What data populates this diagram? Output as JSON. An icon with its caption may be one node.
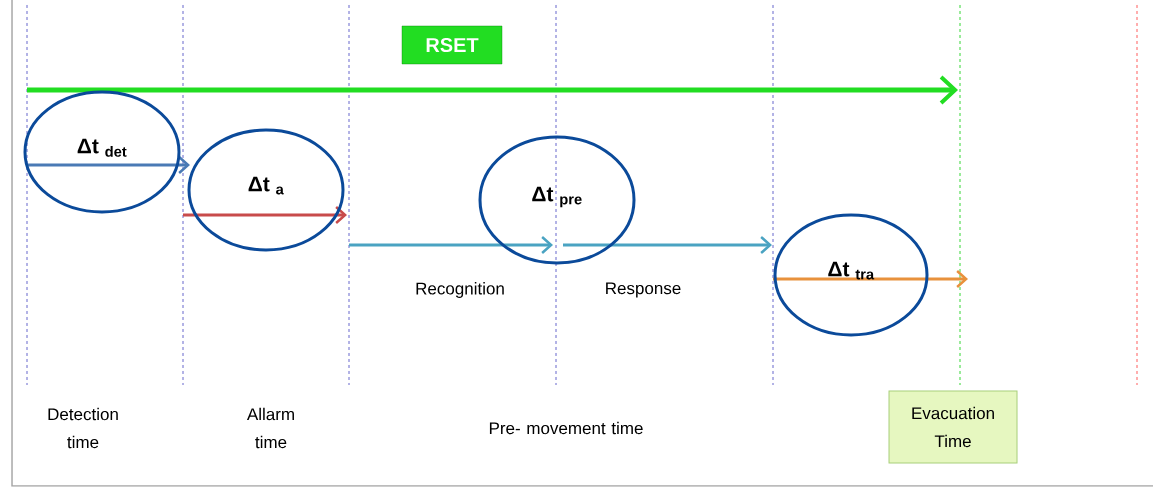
{
  "diagram": {
    "nodes": [
      {
        "text": [
          "RSET"
        ]
      },
      {
        "text": [
          "Δt $_{det}$"
        ]
      },
      {
        "text": [
          "Δt $_{a}$"
        ]
      },
      {
        "text": [
          "Δt $_{pre}$"
        ]
      },
      {
        "text": [
          "Δt $_{tra}$"
        ]
      },
      {
        "text": [
          "Evacuation Time"
        ]
      }
    ],
    "labels": [
      "Recognition",
      "Response",
      "Detection time",
      "Allarm time",
      "Pre- movement time"
    ]
  }
}
